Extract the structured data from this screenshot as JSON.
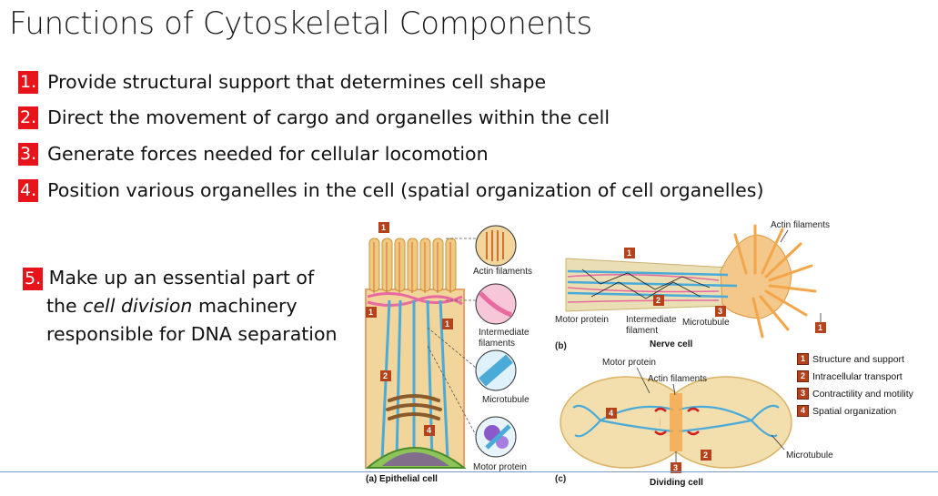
{
  "title": "Functions of Cytoskeletal Components",
  "functions": [
    {
      "num": "1.",
      "text": "Provide structural support that determines cell shape"
    },
    {
      "num": "2.",
      "text": "Direct the movement of cargo and organelles within the cell"
    },
    {
      "num": "3.",
      "text": "Generate forces needed for cellular locomotion"
    },
    {
      "num": "4.",
      "text": "Position various organelles in the cell (spatial organization of cell organelles)"
    }
  ],
  "function5": {
    "num": "5.",
    "line1": "Make up an essential part of",
    "line2_pre": "the ",
    "line2_em": "cell division",
    "line2_post": " machinery",
    "line3": "responsible for DNA separation"
  },
  "figure": {
    "panel_a": {
      "caption": "(a) Epithelial cell",
      "labels": {
        "actin": "Actin filaments",
        "intermediate1": "Intermediate",
        "intermediate2": "filaments",
        "microtubule": "Microtubule",
        "motor": "Motor protein"
      },
      "badges": [
        "1",
        "1",
        "1",
        "2",
        "4"
      ]
    },
    "panel_b": {
      "tag": "(b)",
      "caption": "Nerve cell",
      "labels": {
        "actin": "Actin filaments",
        "motor": "Motor protein",
        "intermediate1": "Intermediate",
        "intermediate2": "filament",
        "microtubule": "Microtubule"
      },
      "badges": [
        "1",
        "2",
        "3",
        "1"
      ]
    },
    "panel_c": {
      "tag": "(c)",
      "caption": "Dividing cell",
      "labels": {
        "motor": "Motor protein",
        "actin": "Actin filaments",
        "microtubule": "Microtubule"
      },
      "badges": [
        "4",
        "2",
        "3"
      ]
    },
    "legend": [
      {
        "num": "1",
        "text": "Structure and support"
      },
      {
        "num": "2",
        "text": "Intracellular transport"
      },
      {
        "num": "3",
        "text": "Contractility and motility"
      },
      {
        "num": "4",
        "text": "Spatial organization"
      }
    ]
  }
}
